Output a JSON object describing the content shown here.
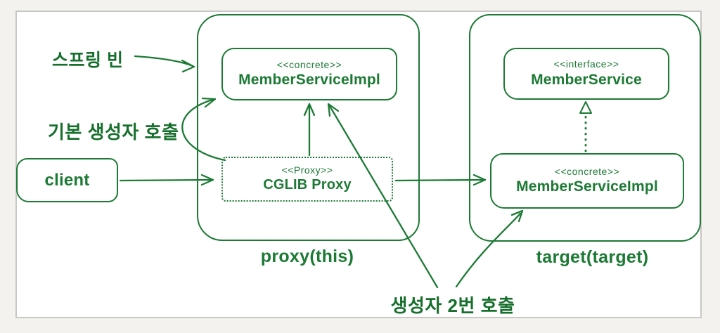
{
  "colors": {
    "ink": "#1d7a35",
    "annotation_text": "#176f2d",
    "frame_border": "#c8c7c4",
    "canvas_bg": "#ffffff"
  },
  "annotations": {
    "spring_bean_label": "스프링 빈",
    "default_constructor_label": "기본 생성자 호출",
    "constructor_twice_label": "생성자 2번 호출"
  },
  "client_box": {
    "label": "client"
  },
  "proxy_container": {
    "caption": "proxy(this)",
    "member_service_impl": {
      "stereotype": "<<concrete>>",
      "name": "MemberServiceImpl"
    },
    "cglib_proxy": {
      "stereotype": "<<Proxy>>",
      "name": "CGLIB Proxy"
    }
  },
  "target_container": {
    "caption": "target(target)",
    "member_service": {
      "stereotype": "<<interface>>",
      "name": "MemberService"
    },
    "member_service_impl": {
      "stereotype": "<<concrete>>",
      "name": "MemberServiceImpl"
    }
  }
}
